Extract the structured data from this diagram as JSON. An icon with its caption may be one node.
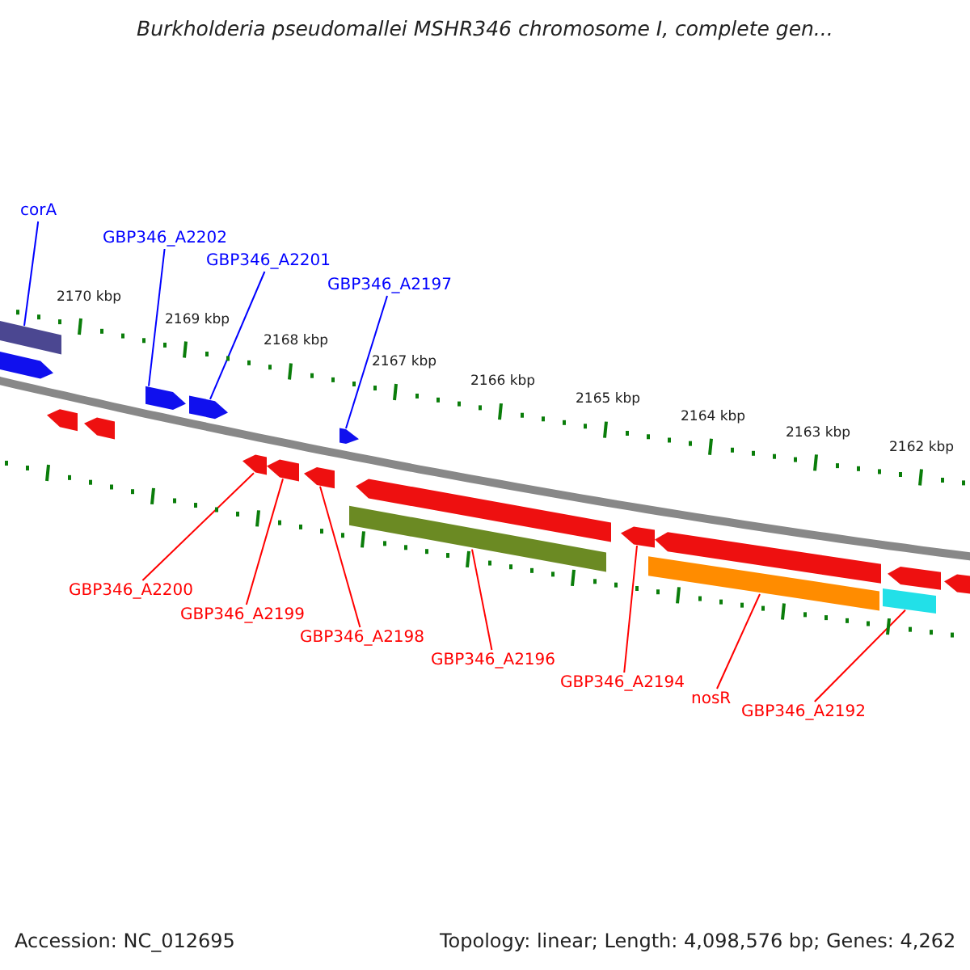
{
  "diagram": {
    "title": "Burkholderia pseudomallei MSHR346 chromosome I, complete gen...",
    "nodes": [
      {
        "text": [
          "corA"
        ]
      },
      {
        "text": [
          "GBP346_A2202"
        ]
      },
      {
        "text": [
          "GBP346_A2201"
        ]
      },
      {
        "text": [
          "GBP346_A2197"
        ]
      },
      {
        "text": [
          "GBP346_A2200"
        ]
      },
      {
        "text": [
          "GBP346_A2199"
        ]
      },
      {
        "text": [
          "GBP346_A2198"
        ]
      },
      {
        "text": [
          "GBP346_A2196"
        ]
      },
      {
        "text": [
          "GBP346_A2194"
        ]
      },
      {
        "text": [
          "nosR"
        ]
      },
      {
        "text": [
          "GBP346_A2192"
        ]
      },
      {
        "text": [],
        "shape": "pentagon"
      },
      {
        "text": [],
        "shape": "bar"
      },
      {
        "text": [],
        "shape": "pentagon"
      },
      {
        "text": [],
        "shape": "pentagon"
      },
      {
        "text": [],
        "shape": "pentagon"
      },
      {
        "text": [],
        "shape": "pentagon"
      },
      {
        "text": [],
        "shape": "pentagon"
      },
      {
        "text": [],
        "shape": "pentagon"
      },
      {
        "text": [],
        "shape": "pentagon"
      },
      {
        "text": [],
        "shape": "pentagon"
      },
      {
        "text": [],
        "shape": "bar"
      },
      {
        "text": [],
        "shape": "pentagon"
      },
      {
        "text": [],
        "shape": "pentagon"
      },
      {
        "text": [],
        "shape": "bar"
      },
      {
        "text": [],
        "shape": "pentagon"
      },
      {
        "text": [],
        "shape": "bar"
      },
      {
        "text": [],
        "shape": "pentagon"
      },
      {
        "text": [],
        "shape": "pentagon"
      }
    ],
    "edges": [
      {
        "from": 0,
        "to": 12,
        "arrow": "none",
        "color": "#0000ff"
      },
      {
        "from": 1,
        "to": 15,
        "arrow": "none",
        "color": "#0000ff"
      },
      {
        "from": 2,
        "to": 16,
        "arrow": "none",
        "color": "#0000ff"
      },
      {
        "from": 3,
        "to": 20,
        "arrow": "none",
        "color": "#0000ff"
      },
      {
        "from": 4,
        "to": 17,
        "arrow": "none"
      },
      {
        "from": 5,
        "to": 18,
        "arrow": "none"
      },
      {
        "from": 6,
        "to": 19,
        "arrow": "none"
      },
      {
        "from": 7,
        "to": 21,
        "arrow": "none"
      },
      {
        "from": 8,
        "to": 23,
        "arrow": "none"
      },
      {
        "from": 9,
        "to": 24,
        "arrow": "none"
      },
      {
        "from": 10,
        "to": 26,
        "arrow": "none"
      }
    ],
    "labels": [
      "2170 kbp",
      "2169 kbp",
      "2168 kbp",
      "2167 kbp",
      "2166 kbp",
      "2165 kbp",
      "2164 kbp",
      "2163 kbp",
      "2162 kbp",
      "Accession: NC_012695",
      "Topology: linear; Length: 4,098,576 bp; Genes: 4,262"
    ]
  }
}
